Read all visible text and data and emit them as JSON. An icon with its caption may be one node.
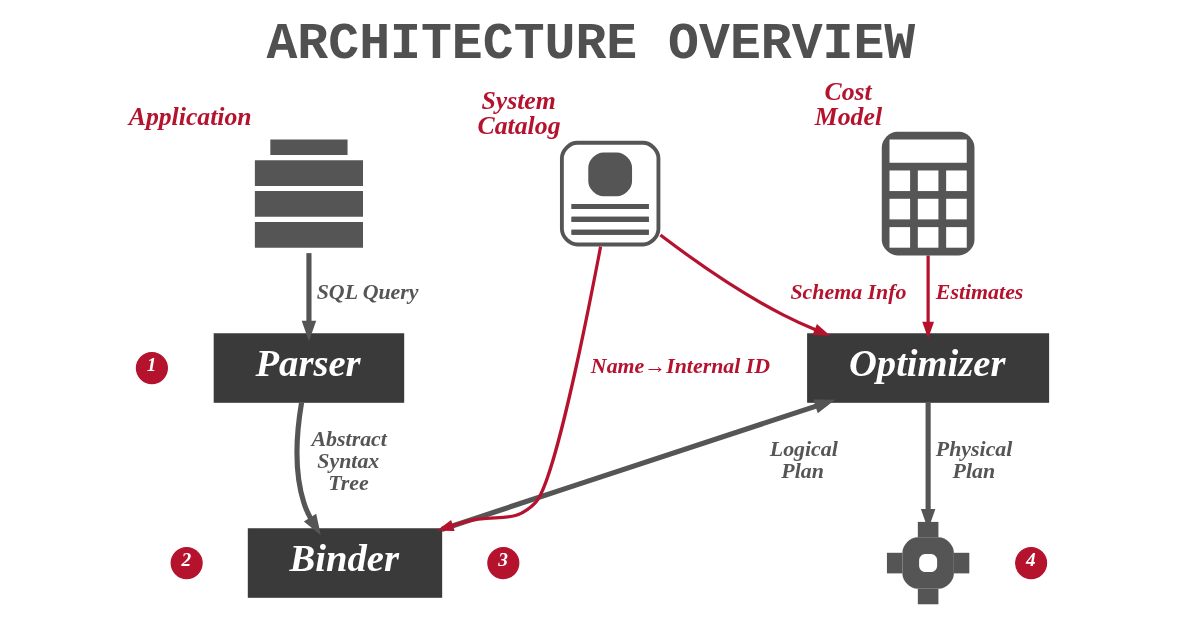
{
  "diagram": {
    "title": "ARCHITECTURE OVERVIEW",
    "nodes": [
      {
        "text": [],
        "shape": "picture",
        "beside": [
          "Application"
        ]
      },
      {
        "text": [],
        "shape": "picture",
        "beside": [
          "System Catalog"
        ]
      },
      {
        "text": [],
        "shape": "picture",
        "beside": [
          "Cost Model"
        ]
      },
      {
        "text": [
          "1"
        ]
      },
      {
        "text": [
          "Optimizer"
        ]
      },
      {
        "text": [
          "Parser"
        ]
      },
      {
        "text": [
          "4"
        ]
      },
      {
        "text": [
          "Binder"
        ]
      },
      {
        "text": [
          "2"
        ]
      },
      {
        "text": [
          "3"
        ]
      },
      {
        "text": [],
        "shape": "picture"
      }
    ],
    "edges": [
      {
        "from": 0,
        "to": 5,
        "arrow": "to",
        "label": "SQL Query"
      },
      {
        "from": 5,
        "to": 7,
        "arrow": "to",
        "label": "Abstract Syntax Tree"
      },
      {
        "from": 7,
        "to": 4,
        "arrow": "to",
        "label": "Logical Plan"
      },
      {
        "from": 4,
        "to": 10,
        "arrow": "to",
        "label": "Physical Plan"
      },
      {
        "from": 1,
        "to": 7,
        "arrow": "to",
        "label": "Name→Internal ID",
        "color": "#b5122e"
      },
      {
        "from": 1,
        "to": 4,
        "arrow": "to",
        "label": "Schema Info",
        "color": "#b5122e"
      },
      {
        "from": 2,
        "to": 4,
        "arrow": "to",
        "label": "Estimates",
        "color": "#b5122e"
      }
    ]
  }
}
